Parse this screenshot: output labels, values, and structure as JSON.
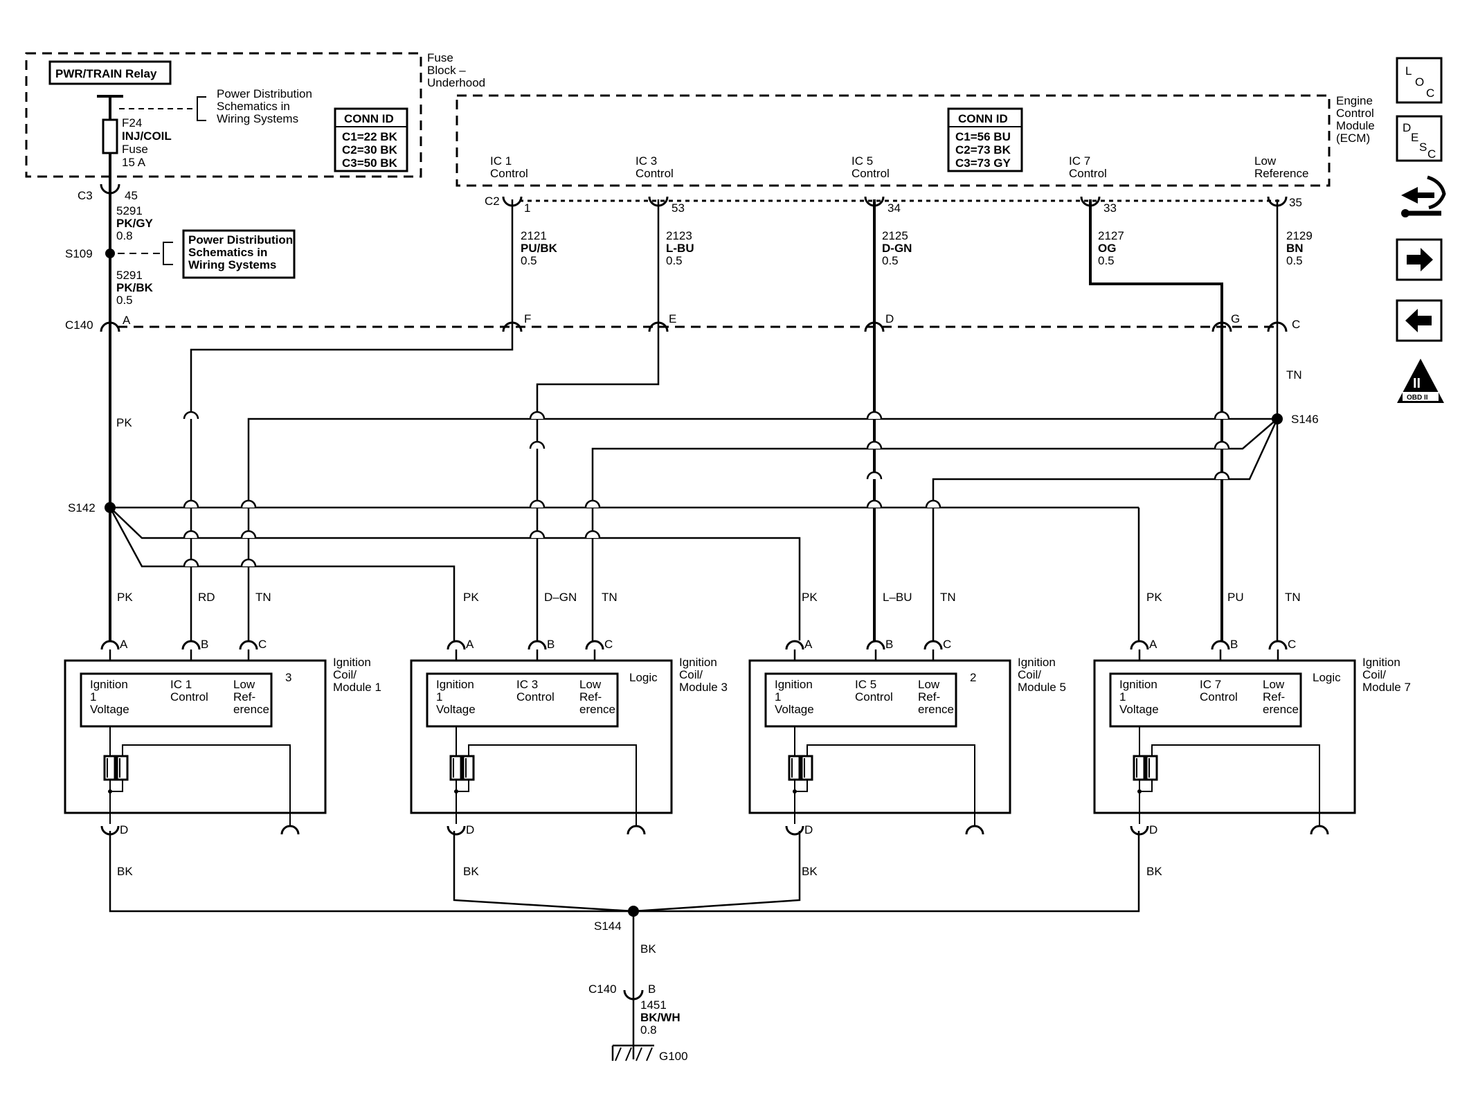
{
  "fuse_block": {
    "title": [
      "Fuse",
      "Block –",
      "Underhood"
    ],
    "relay": "PWR/TRAIN Relay",
    "fuse_label": [
      "F24",
      "INJ/COIL",
      "Fuse",
      "15 A"
    ],
    "ref_text": [
      "Power Distribution",
      "Schematics in",
      "Wiring Systems"
    ],
    "conn_id": {
      "title": "CONN ID",
      "rows": [
        "C1=22 BK",
        "C2=30 BK",
        "C3=50 BK"
      ]
    }
  },
  "ecm": {
    "title": [
      "Engine",
      "Control",
      "Module",
      "(ECM)"
    ],
    "conn_id": {
      "title": "CONN ID",
      "rows": [
        "C1=56 BU",
        "C2=73 BK",
        "C3=73 GY"
      ]
    },
    "connector": "C2",
    "pins": [
      {
        "label": [
          "IC 1",
          "Control"
        ],
        "pin": "1",
        "circuit": [
          "2121",
          "PU/BK",
          "0.5"
        ],
        "c140": "F"
      },
      {
        "label": [
          "IC 3",
          "Control"
        ],
        "pin": "53",
        "circuit": [
          "2123",
          "L-BU",
          "0.5"
        ],
        "c140": "E"
      },
      {
        "label": [
          "IC 5",
          "Control"
        ],
        "pin": "34",
        "circuit": [
          "2125",
          "D-GN",
          "0.5"
        ],
        "c140": "D"
      },
      {
        "label": [
          "IC 7",
          "Control"
        ],
        "pin": "33",
        "circuit": [
          "2127",
          "OG",
          "0.5"
        ],
        "c140": "G"
      },
      {
        "label": [
          "Low",
          "Reference"
        ],
        "pin": "35",
        "circuit": [
          "2129",
          "BN",
          "0.5"
        ],
        "c140": "C"
      }
    ]
  },
  "feed": {
    "c3": "C3",
    "c3_pin": "45",
    "wire_upper": [
      "5291",
      "PK/GY",
      "0.8"
    ],
    "splice": "S109",
    "ref_text": [
      "Power Distribution",
      "Schematics in",
      "Wiring Systems"
    ],
    "wire_lower": [
      "5291",
      "PK/BK",
      "0.5"
    ],
    "c140": "C140",
    "c140_pin": "A"
  },
  "splices": {
    "s142": "S142",
    "s146": "S146",
    "s144": "S144"
  },
  "wire_colors": {
    "pk": "PK",
    "tn": "TN",
    "rd": "RD",
    "dgn": "D–GN",
    "lbu": "L–BU",
    "pu": "PU",
    "bk": "BK"
  },
  "coils": [
    {
      "title": [
        "Ignition",
        "Coil/",
        "Module 1"
      ],
      "tag": "3",
      "pins": [
        "A",
        "B",
        "C",
        "D"
      ],
      "inner": [
        [
          "Ignition",
          "1",
          "Voltage"
        ],
        [
          "IC 1",
          "Control"
        ],
        [
          "Low",
          "Ref-",
          "erence"
        ]
      ],
      "colors": [
        "PK",
        "RD",
        "TN"
      ]
    },
    {
      "title": [
        "Ignition",
        "Coil/",
        "Module 3"
      ],
      "tag": "Logic",
      "pins": [
        "A",
        "B",
        "C",
        "D"
      ],
      "inner": [
        [
          "Ignition",
          "1",
          "Voltage"
        ],
        [
          "IC 3",
          "Control"
        ],
        [
          "Low",
          "Ref-",
          "erence"
        ]
      ],
      "colors": [
        "PK",
        "D–GN",
        "TN"
      ]
    },
    {
      "title": [
        "Ignition",
        "Coil/",
        "Module 5"
      ],
      "tag": "2",
      "pins": [
        "A",
        "B",
        "C",
        "D"
      ],
      "inner": [
        [
          "Ignition",
          "1",
          "Voltage"
        ],
        [
          "IC 5",
          "Control"
        ],
        [
          "Low",
          "Ref-",
          "erence"
        ]
      ],
      "colors": [
        "PK",
        "L–BU",
        "TN"
      ]
    },
    {
      "title": [
        "Ignition",
        "Coil/",
        "Module 7"
      ],
      "tag": "Logic",
      "pins": [
        "A",
        "B",
        "C",
        "D"
      ],
      "inner": [
        [
          "Ignition",
          "1",
          "Voltage"
        ],
        [
          "IC 7",
          "Control"
        ],
        [
          "Low",
          "Ref-",
          "erence"
        ]
      ],
      "colors": [
        "PK",
        "PU",
        "TN"
      ]
    }
  ],
  "ground": {
    "c140": "C140",
    "c140_pin": "B",
    "wire": [
      "1451",
      "BK/WH",
      "0.8"
    ],
    "label": "G100"
  },
  "nav": {
    "loc": [
      "L",
      "O",
      "C"
    ],
    "desc": [
      "D",
      "E",
      "S",
      "C"
    ],
    "obd": [
      "II",
      "OBD II"
    ]
  }
}
